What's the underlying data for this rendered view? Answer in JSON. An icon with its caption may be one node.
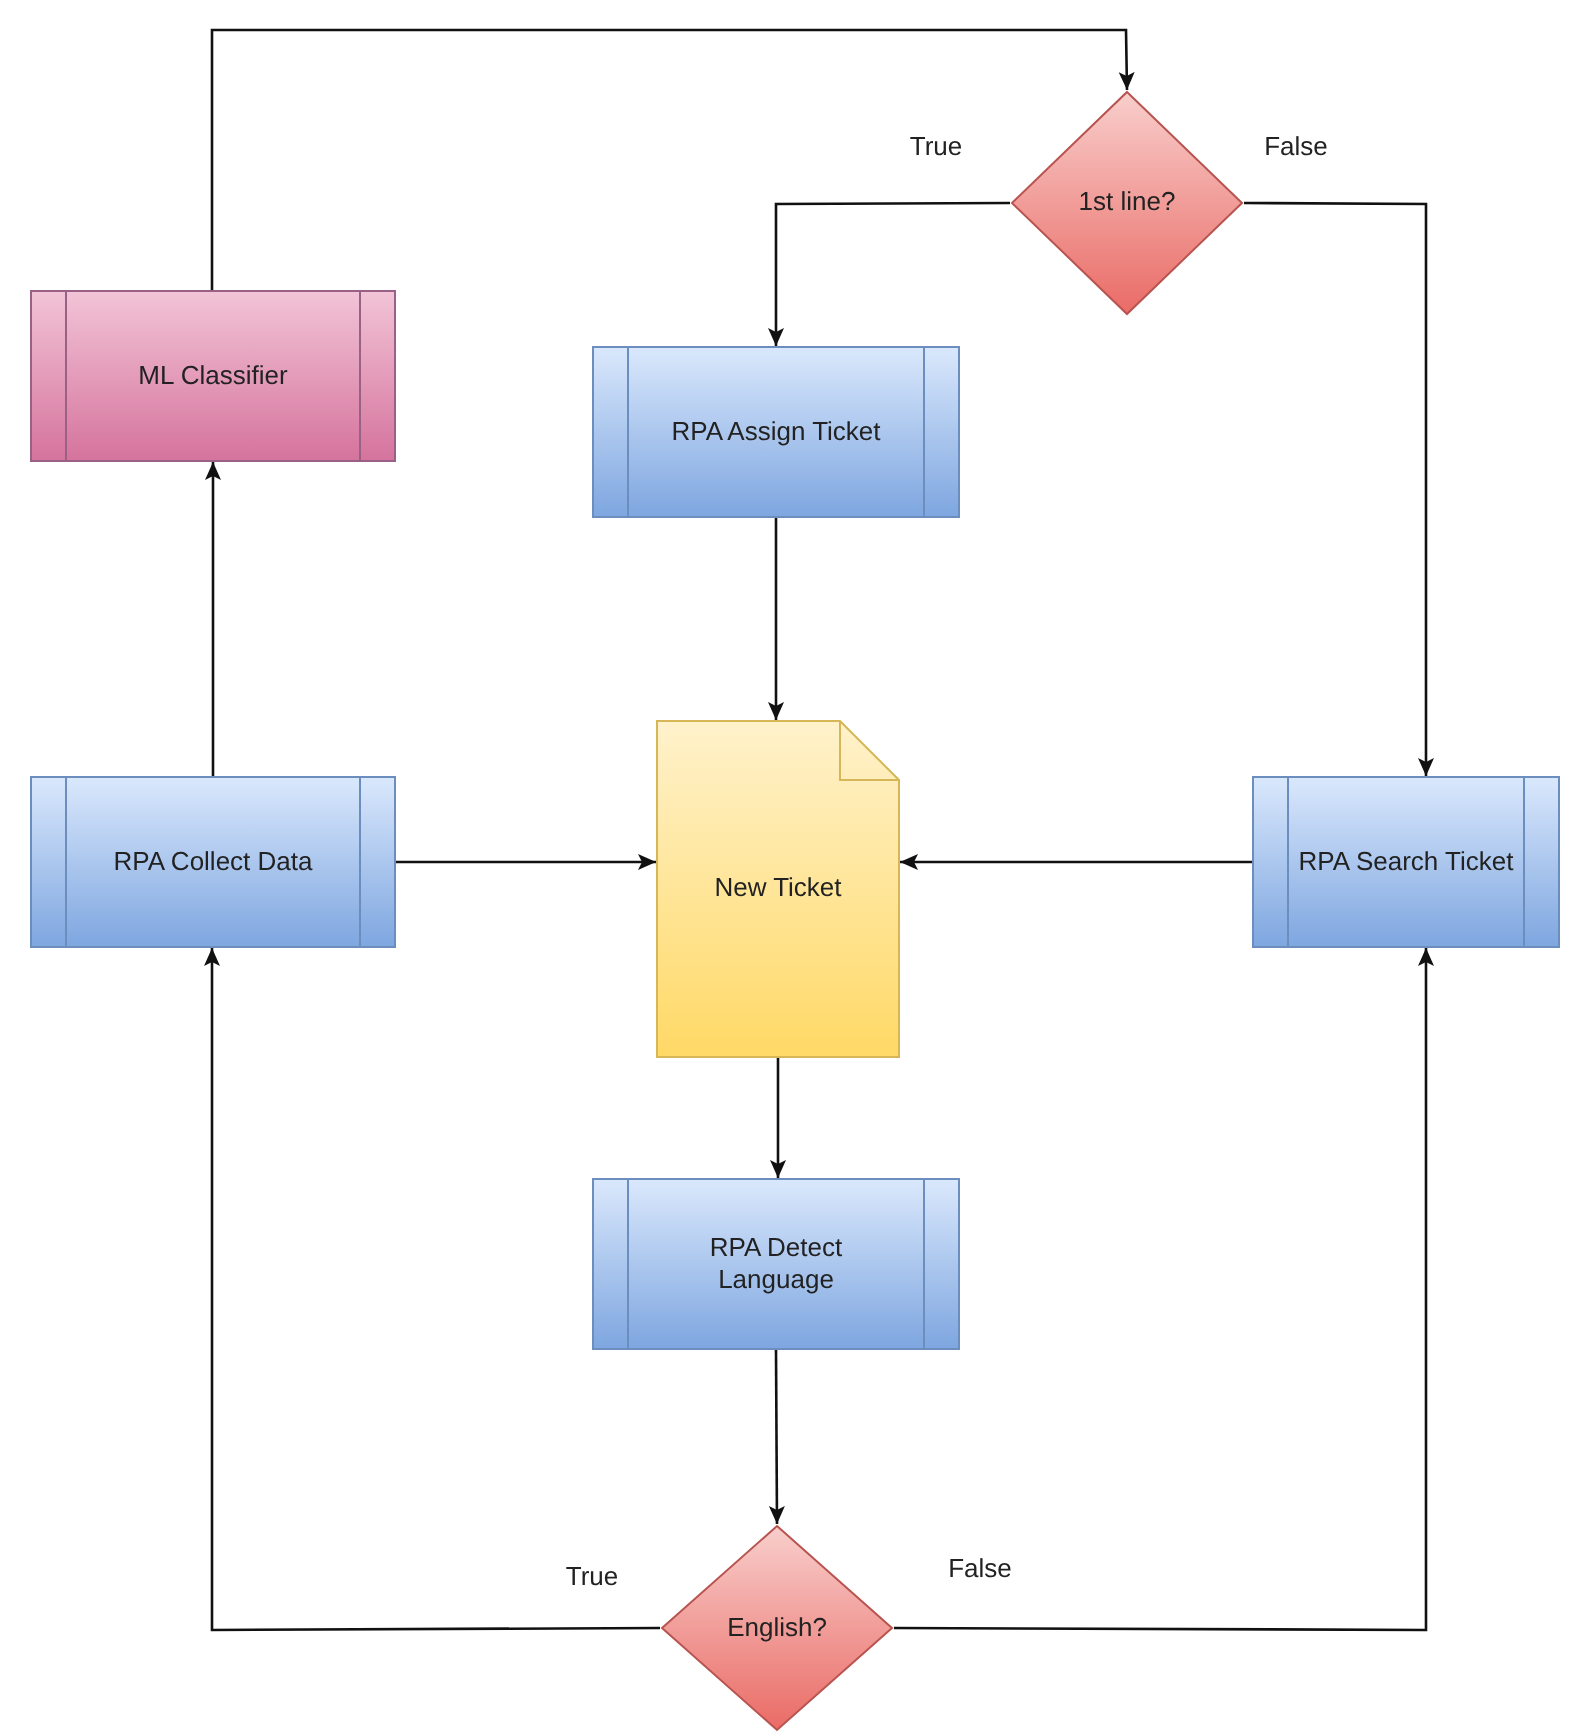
{
  "diagram": {
    "nodes": [
      {
        "text": [
          "ML Classifier"
        ]
      },
      {
        "text": [
          "1st line?"
        ]
      },
      {
        "text": [
          "RPA Assign Ticket"
        ]
      },
      {
        "text": [
          "RPA Collect Data"
        ]
      },
      {
        "text": [
          "New Ticket"
        ]
      },
      {
        "text": [
          "RPA Search Ticket"
        ]
      },
      {
        "text": [
          "RPA Detect Language"
        ]
      },
      {
        "text": [
          "English?"
        ]
      }
    ],
    "edges": [
      {
        "from": 3,
        "to": 0,
        "arrow": "to"
      },
      {
        "from": 0,
        "to": 1,
        "arrow": "to"
      },
      {
        "from": 1,
        "to": 2,
        "arrow": "to",
        "label": "True"
      },
      {
        "from": 1,
        "to": 5,
        "arrow": "to",
        "label": "False"
      },
      {
        "from": 2,
        "to": 4,
        "arrow": "to"
      },
      {
        "from": 3,
        "to": 4,
        "arrow": "to"
      },
      {
        "from": 5,
        "to": 4,
        "arrow": "to"
      },
      {
        "from": 4,
        "to": 6,
        "arrow": "to"
      },
      {
        "from": 6,
        "to": 7,
        "arrow": "to"
      },
      {
        "from": 7,
        "to": 3,
        "arrow": "to",
        "label": "True"
      },
      {
        "from": 7,
        "to": 5,
        "arrow": "to",
        "label": "False"
      }
    ]
  }
}
